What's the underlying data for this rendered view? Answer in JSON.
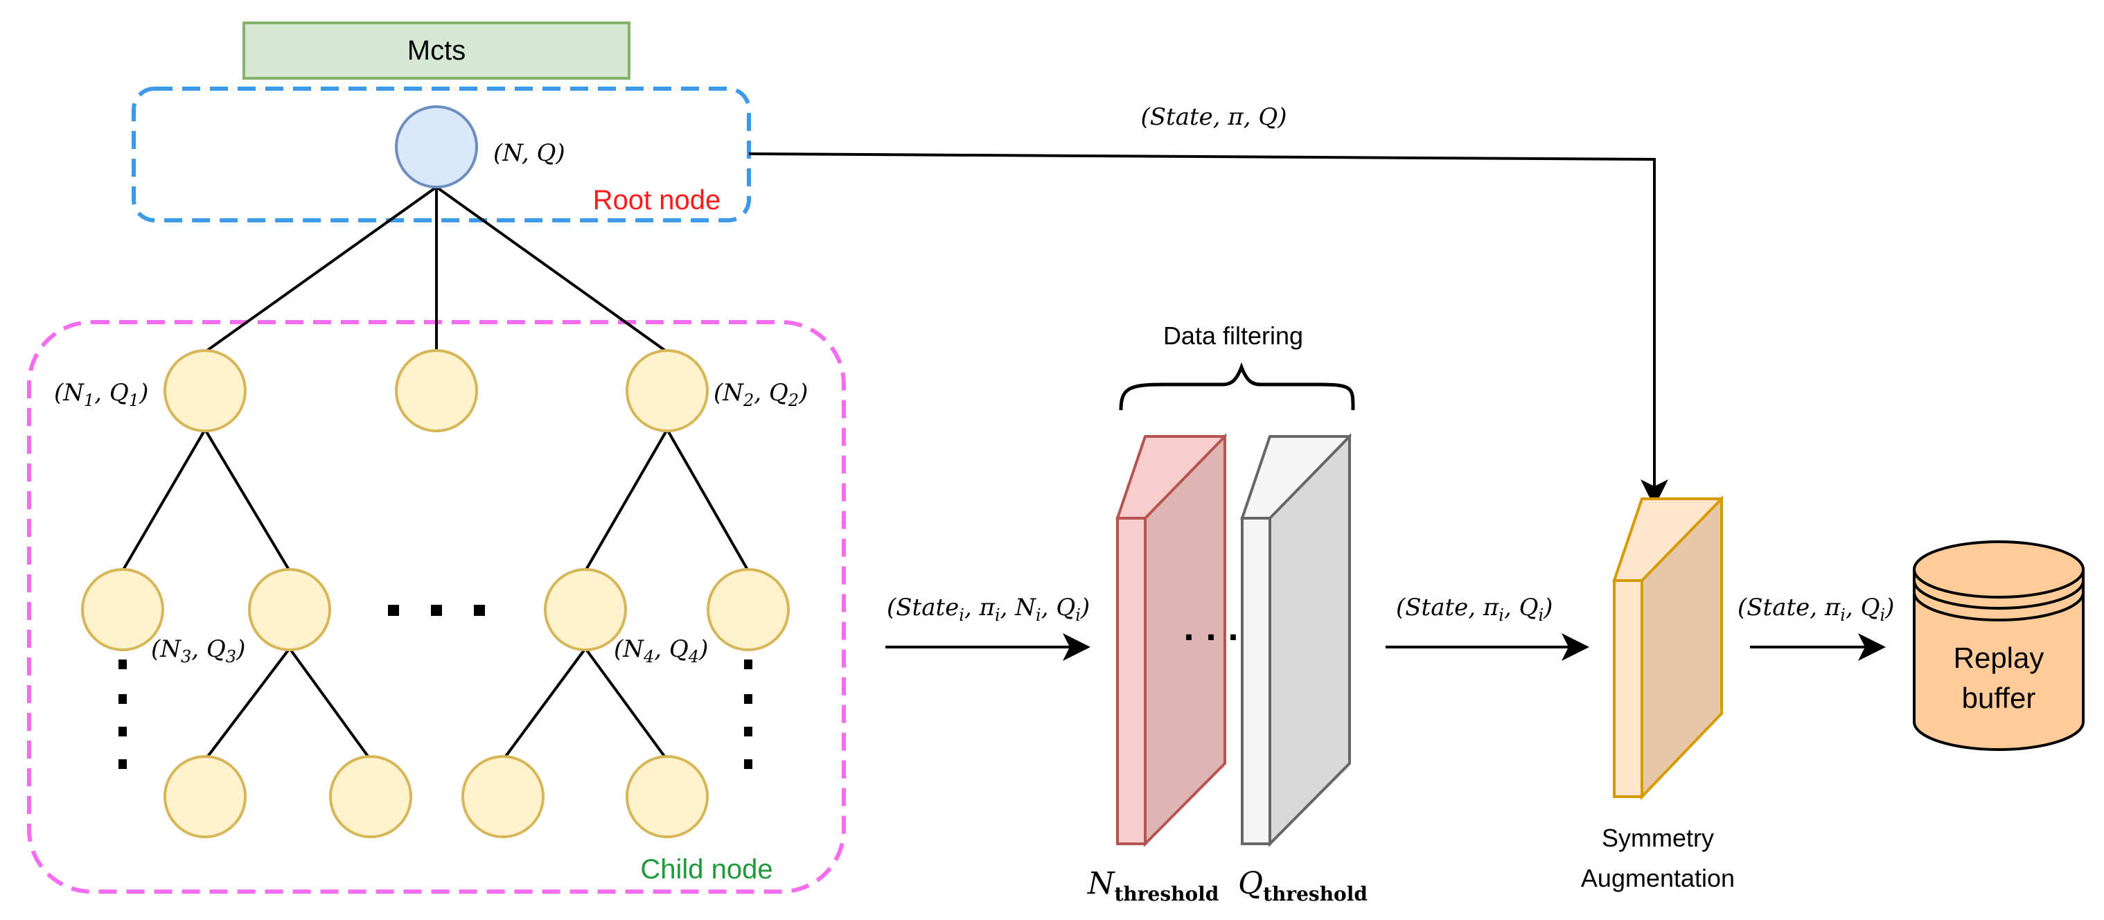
{
  "mcts_header": {
    "label": "Mcts",
    "fill": "#d5e8d4",
    "stroke": "#82b366"
  },
  "root_region": {
    "label": "Root node",
    "label_color": "#ff1a1a",
    "border_color": "#3c9ae8"
  },
  "child_region": {
    "label": "Child node",
    "label_color": "#1f9a3a",
    "border_color": "#f56cf0"
  },
  "root_node": {
    "tuple_label": "(N, Q)"
  },
  "child_labels": {
    "n1q1": {
      "N": "N",
      "Nsub": "1",
      "Q": "Q",
      "Qsub": "1"
    },
    "n2q2": {
      "N": "N",
      "Nsub": "2",
      "Q": "Q",
      "Qsub": "2"
    },
    "n3q3": {
      "N": "N",
      "Nsub": "3",
      "Q": "Q",
      "Qsub": "3"
    },
    "n4q4": {
      "N": "N",
      "Nsub": "4",
      "Q": "Q",
      "Qsub": "4"
    }
  },
  "top_arrow_label": "(State, π, Q)",
  "filter_input_label": {
    "a": "State",
    "asub": "i",
    "b": "π",
    "bsub": "i",
    "c": "N",
    "csub": "i",
    "d": "Q",
    "dsub": "i"
  },
  "data_filtering": {
    "title": "Data filtering",
    "n_threshold": {
      "main": "N",
      "sub": "threshold"
    },
    "q_threshold": {
      "main": "Q",
      "sub": "threshold"
    },
    "ellipsis": "· · ·",
    "red_fill": "#f8cecc",
    "red_stroke": "#b85450",
    "gray_fill": "#f5f5f5",
    "gray_stroke": "#666666"
  },
  "augment_input_label": {
    "a": "State",
    "b": "π",
    "bsub": "i",
    "c": "Q",
    "csub": "i"
  },
  "symmetry": {
    "line1": "Symmetry",
    "line2": "Augmentation",
    "fill": "#ffe6cc",
    "stroke": "#d79b00"
  },
  "buffer_input_label": {
    "a": "State",
    "b": "π",
    "bsub": "i",
    "c": "Q",
    "csub": "i"
  },
  "replay_buffer": {
    "line1": "Replay",
    "line2": "buffer",
    "fill": "#ffcc99",
    "stroke": "#000000"
  }
}
